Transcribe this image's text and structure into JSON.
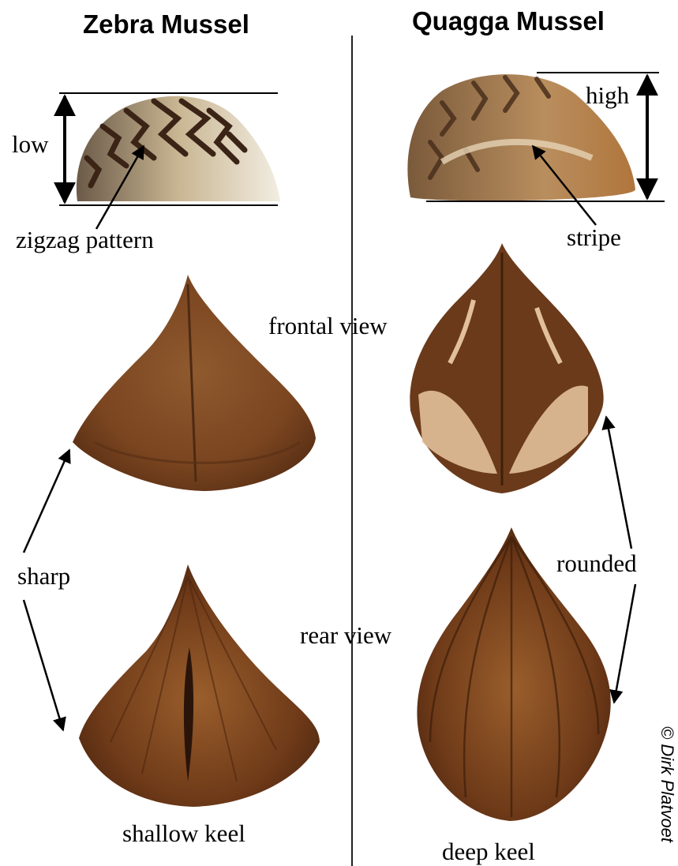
{
  "headings": {
    "zebra": "Zebra Mussel",
    "quagga": "Quagga Mussel"
  },
  "labels": {
    "low": "low",
    "high": "high",
    "zigzag": "zigzag pattern",
    "stripe": "stripe",
    "frontal_view": "frontal view",
    "rear_view": "rear view",
    "sharp": "sharp",
    "rounded": "rounded",
    "shallow_keel": "shallow keel",
    "deep_keel": "deep keel"
  },
  "credit": "© Dirk Platvoet",
  "colors": {
    "shell_brown": "#8a4f22",
    "shell_dark": "#4e2a12",
    "shell_light": "#d9b48b",
    "quagga_cream": "#e2c09a",
    "zebra_stripe": "#3b2416",
    "zebra_base": "#e8dcc0"
  }
}
